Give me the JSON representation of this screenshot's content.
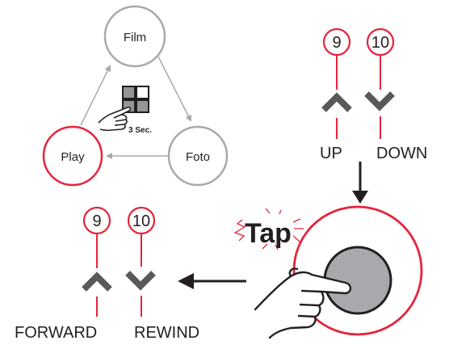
{
  "mode_cycle": {
    "film_label": "Film",
    "foto_label": "Foto",
    "play_label": "Play",
    "hold_duration": "3 Sec."
  },
  "up_down": {
    "up_number": "9",
    "down_number": "10",
    "up_label": "UP",
    "down_label": "DOWN"
  },
  "forward_rewind": {
    "forward_number": "9",
    "rewind_number": "10",
    "forward_label": "FORWARD",
    "rewind_label": "REWIND"
  },
  "tap_label": "Tap",
  "colors": {
    "accent_red": "#e5243b",
    "arrow_gray": "#58595b",
    "cycle_gray": "#a7a9ac",
    "button_fill": "#a7a9ac",
    "text": "#231f20"
  },
  "icons": {
    "mode_button": "four-squares-icon",
    "hand": "pointing-hand-icon",
    "up": "chevron-up-icon",
    "down": "chevron-down-icon"
  }
}
